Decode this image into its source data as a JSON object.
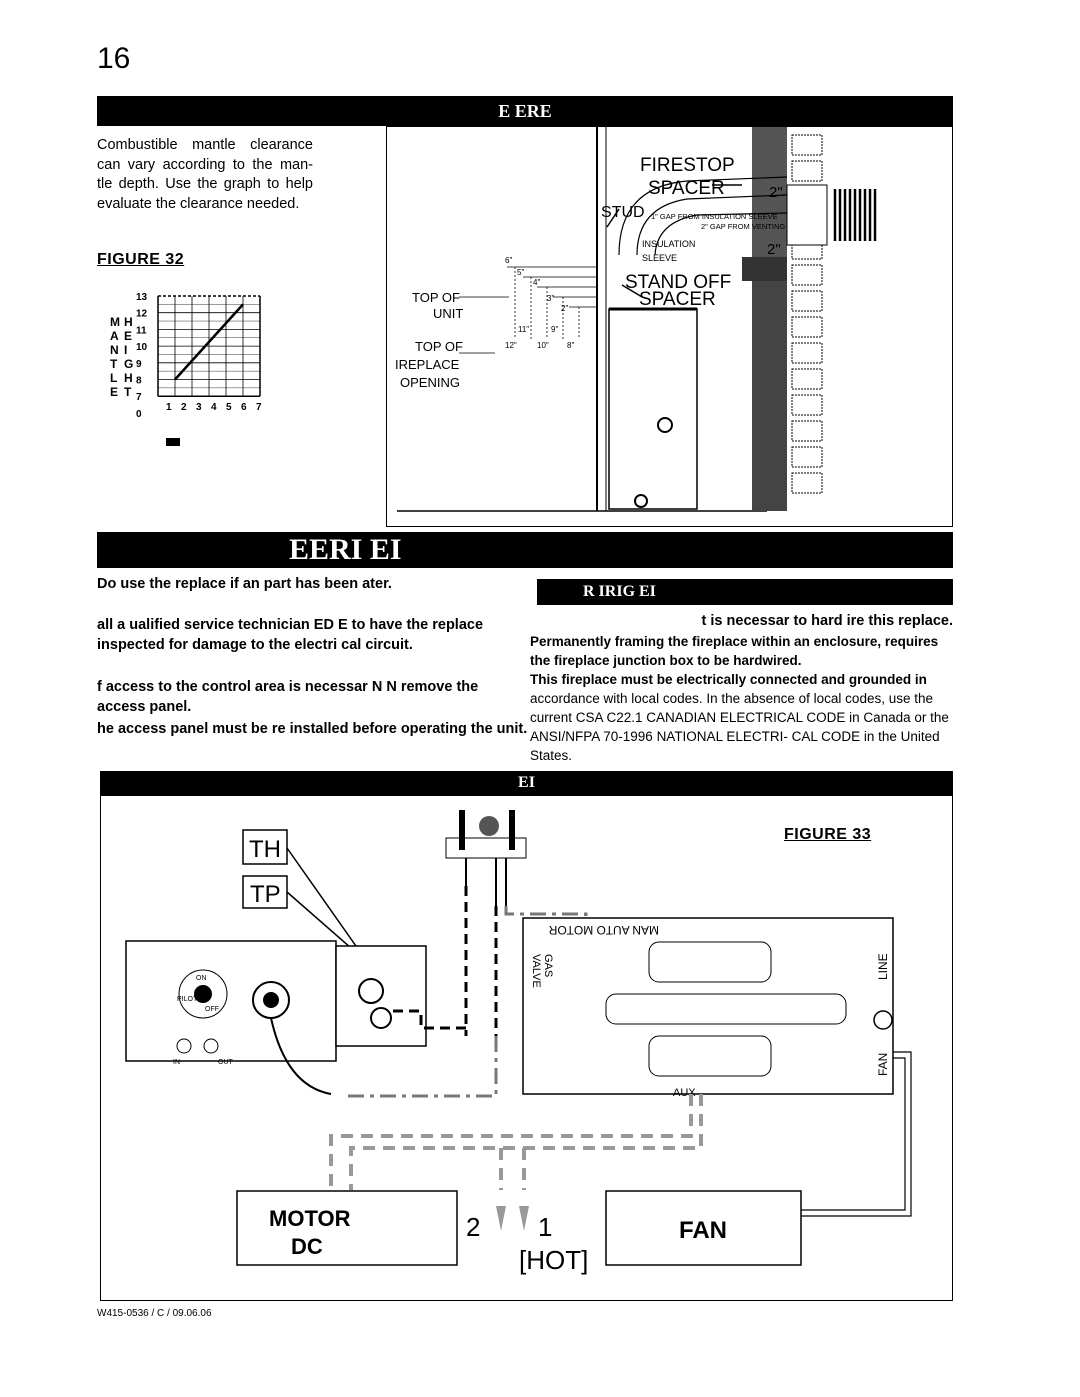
{
  "page_number": "16",
  "headers": {
    "clearance": "E ERE",
    "electrical": "EERI EI",
    "hardwiring": "R IRIG EI",
    "wiring": "EI"
  },
  "intro_text": "Combustible mantle clearance can vary according to the man- tle depth. Use the graph to help evaluate the clearance needed.",
  "figure32": {
    "label": "FIGURE 32",
    "y_axis_letters": [
      [
        "M",
        "H"
      ],
      [
        "A",
        "E"
      ],
      [
        "N",
        "I"
      ],
      [
        "T",
        "G"
      ],
      [
        "L",
        "H"
      ],
      [
        "E",
        "T"
      ]
    ],
    "y_ticks": [
      "13",
      "12",
      "11",
      "10",
      "9",
      "8",
      "7",
      "0"
    ],
    "x_ticks": [
      "1",
      "2",
      "3",
      "4",
      "5",
      "6",
      "7"
    ]
  },
  "chart_data": {
    "type": "line",
    "x": [
      2,
      6
    ],
    "series": [
      {
        "values": [
          8,
          12.5
        ]
      }
    ],
    "ylim": [
      7,
      13
    ],
    "xlim": [
      1,
      7
    ],
    "grid": true
  },
  "clearance_diagram": {
    "firestop": "FIRESTOP",
    "spacer": "SPACER",
    "spacer_dim": "2\"",
    "stud": "STUD",
    "gap_note1": "1\" GAP FROM INSULATION SLEEVE",
    "gap_note2": "2\" GAP FROM VENTING",
    "insulation": "INSULATION",
    "sleeve": "SLEEVE",
    "sleeve_dim": "2\"",
    "standoff": "STAND OFF",
    "standoff_spacer": "SPACER",
    "top_of_unit_1": "TOP OF",
    "top_of_unit_2": "UNIT",
    "top_of_fp_1": "TOP OF",
    "top_of_fp_2": "IREPLACE",
    "top_of_fp_3": "OPENING",
    "dims": [
      "6\"",
      "5\"",
      "4\"",
      "3\"",
      "2\"",
      "11\"",
      "9\"",
      "12\"",
      "10\"",
      "8\""
    ]
  },
  "warnings": [
    "Do use the replace if an part has been ater.",
    "all a ualified service technician ED E to have the replace inspected for damage to the electri cal circuit.",
    "f access to the control area is necessar N N remove the access panel.",
    "he access panel must be re installed before operating the unit."
  ],
  "hardwiring": {
    "p1": "t is necessar to hard ire this replace.",
    "p2": "Permanently framing the fireplace within an enclosure, requires the fireplace junction box to be hardwired.",
    "p3": "This fireplace must be electrically connected and grounded in",
    "p4": "accordance with local codes. In the absence of local codes, use the current CSA C22.1 CANADIAN ELECTRICAL CODE in Canada or the ANSI/NFPA 70-1996 NATIONAL ELECTRI- CAL CODE in the United States."
  },
  "wiring_diagram": {
    "figure_label": "FIGURE 33",
    "th": "TH",
    "tp": "TP",
    "modes": "MAN AUTO MOTOR",
    "gas_valve_1": "GAS",
    "gas_valve_2": "VALVE",
    "line": "LINE",
    "fan": "FAN",
    "aux": "AUX",
    "in": "IN",
    "out": "OUT",
    "on": "ON",
    "off": "OFF",
    "pilot": "PILOT",
    "motor_1": "MOTOR",
    "motor_2": "DC",
    "n2": "2",
    "n1": "1",
    "hot": "[HOT]",
    "fan_box": "FAN"
  },
  "footer": "W415-0536 / C / 09.06.06"
}
